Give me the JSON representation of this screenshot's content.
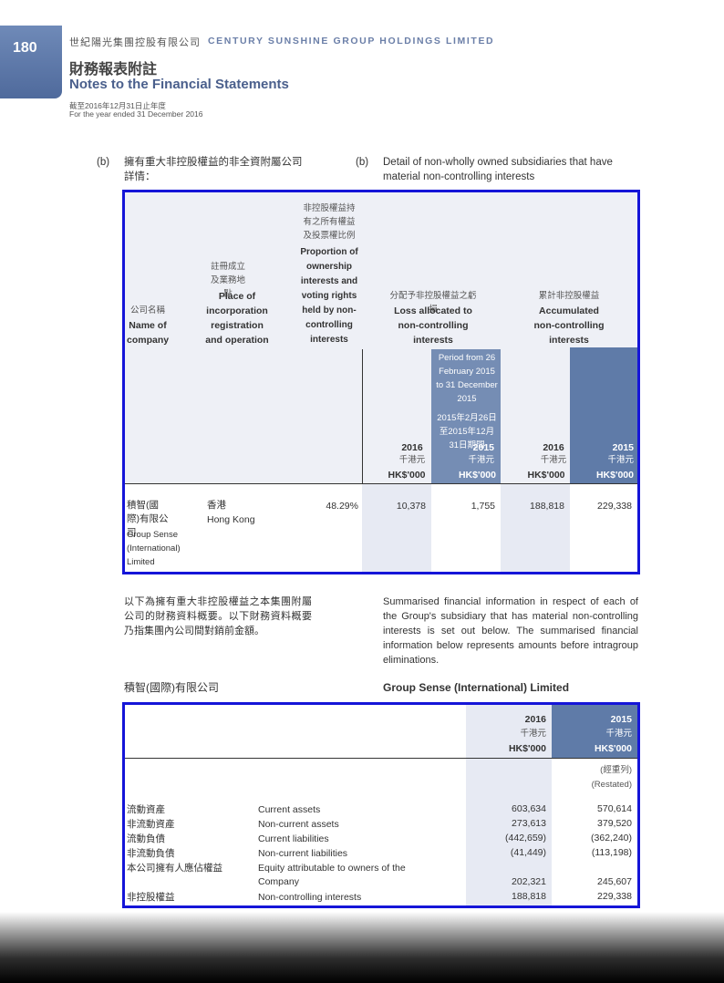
{
  "header": {
    "page_number": "180",
    "company_cn": "世紀陽光集團控股有限公司",
    "company_en": "CENTURY SUNSHINE GROUP HOLDINGS LIMITED",
    "notes_cn": "財務報表附註",
    "notes_en": "Notes to the Financial Statements",
    "period_cn": "截至2016年12月31日止年度",
    "period_en": "For the year ended 31 December 2016"
  },
  "section_b": {
    "label": "(b)",
    "heading_cn": "擁有重大非控股權益的非全資附屬公司詳情：",
    "heading_en": "Detail of non-wholly owned subsidiaries that have material non-controlling interests"
  },
  "table1": {
    "col_name_cn": "公司名稱",
    "col_name_en": "Name of company",
    "col_place_cn": "註冊成立及業務地點",
    "col_place_en": "Place of incorporation registration and operation",
    "col_prop_cn": "非控股權益持有之所有權益及投票權比例",
    "col_prop_en": "Proportion of ownership interests and voting rights held by non-controlling interests",
    "col_loss_cn": "分配予非控股權益之虧損",
    "col_loss_en": "Loss allocated to non-controlling interests",
    "col_acc_cn": "累計非控股權益",
    "col_acc_en": "Accumulated non-controlling interests",
    "period_en": "Period from 26 February 2015 to 31 December 2015",
    "period_cn": "2015年2月26日至2015年12月31日期間",
    "years": [
      "2016",
      "2015",
      "2016",
      "2015"
    ],
    "units_cn": [
      "千港元",
      "千港元",
      "千港元",
      "千港元"
    ],
    "units_en": [
      "HK$'000",
      "HK$'000",
      "HK$'000",
      "HK$'000"
    ],
    "row": {
      "name_cn": "積智(國際)有限公司",
      "name_en": "Group Sense (International) Limited",
      "place_cn": "香港",
      "place_en": "Hong Kong",
      "prop": "48.29%",
      "loss_2016": "10,378",
      "loss_2015": "1,755",
      "acc_2016": "188,818",
      "acc_2015": "229,338"
    }
  },
  "summary": {
    "para_cn": "以下為擁有重大非控股權益之本集團附屬公司的財務資料概要。以下財務資料概要乃指集團內公司間對銷前金額。",
    "para_en": "Summarised financial information in respect of each of the Group's subsidiary that has material non-controlling interests is set out below. The summarised financial information below represents amounts before intragroup eliminations.",
    "subsidiary_cn": "積智(國際)有限公司",
    "subsidiary_en": "Group Sense (International) Limited"
  },
  "table2": {
    "year_2016": "2016",
    "year_2015": "2015",
    "unit_cn": "千港元",
    "unit_cn_2": "千港元",
    "unit_en": "HK$'000",
    "unit_en_2": "HK$'000",
    "restated_cn": "(經重列)",
    "restated_en": "(Restated)",
    "rows": [
      {
        "cn": "流動資產",
        "en": "Current assets",
        "v2016": "603,634",
        "v2015": "570,614"
      },
      {
        "cn": "非流動資產",
        "en": "Non-current assets",
        "v2016": "273,613",
        "v2015": "379,520"
      },
      {
        "cn": "流動負債",
        "en": "Current liabilities",
        "v2016": "(442,659)",
        "v2015": "(362,240)"
      },
      {
        "cn": "非流動負債",
        "en": "Non-current liabilities",
        "v2016": "(41,449)",
        "v2015": "(113,198)"
      },
      {
        "cn": "本公司擁有人應佔權益",
        "en": "Equity attributable to owners of the Company",
        "v2016": "202,321",
        "v2015": "245,607"
      },
      {
        "cn": "非控股權益",
        "en": "Non-controlling interests",
        "v2016": "188,818",
        "v2015": "229,338"
      }
    ]
  }
}
